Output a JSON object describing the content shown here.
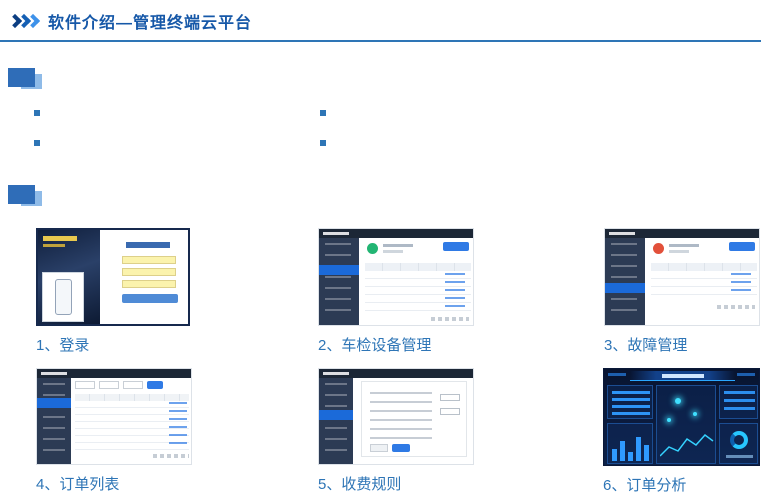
{
  "slide": {
    "title": "软件介绍—管理终端云平台"
  },
  "icons": {
    "header": "triple-chevron-right",
    "section_marker": "double-square",
    "bullet": "small-square"
  },
  "colors": {
    "title_blue": "#1658a8",
    "accent_blue": "#2e75b6",
    "caption_blue": "#2e75b6"
  },
  "gallery": {
    "items": [
      {
        "caption": "1、登录"
      },
      {
        "caption": "2、车检设备管理"
      },
      {
        "caption": "3、故障管理"
      },
      {
        "caption": "4、订单列表"
      },
      {
        "caption": "5、收费规则"
      },
      {
        "caption": "6、订单分析"
      }
    ]
  }
}
